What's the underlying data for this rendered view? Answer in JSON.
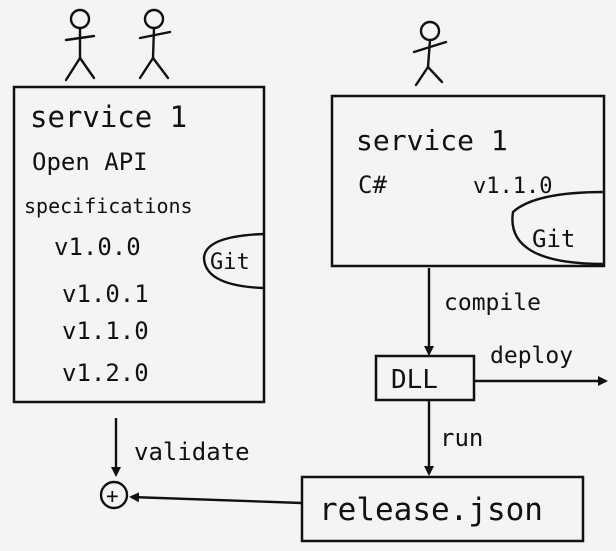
{
  "left_box": {
    "title": "service 1",
    "line1": "Open API",
    "line2": "specifications",
    "git_label": "Git",
    "versions": [
      "v1.0.0",
      "v1.0.1",
      "v1.1.0",
      "v1.2.0"
    ]
  },
  "right_box": {
    "title": "service 1",
    "language": "C#",
    "version": "v1.1.0",
    "git_label": "Git"
  },
  "dll_box": {
    "label": "DLL"
  },
  "release_box": {
    "label": "release.json"
  },
  "edges": {
    "compile": "compile",
    "deploy": "deploy",
    "run": "run",
    "validate": "validate"
  },
  "merge_node": {
    "symbol": "+"
  }
}
